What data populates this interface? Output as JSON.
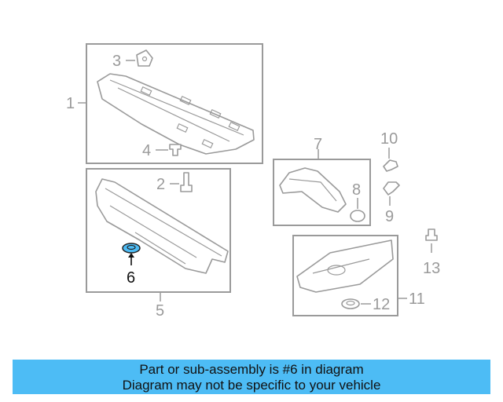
{
  "diagram": {
    "callouts": {
      "c1": "1",
      "c2": "2",
      "c3": "3",
      "c4": "4",
      "c5": "5",
      "c6": "6",
      "c7": "7",
      "c8": "8",
      "c9": "9",
      "c10": "10",
      "c11": "11",
      "c12": "12",
      "c13": "13"
    },
    "highlighted_part": "6",
    "colors": {
      "line": "#9a9a9a",
      "highlight": "#4dbcf5",
      "caption_bg": "#4dbcf5"
    }
  },
  "caption": {
    "line1": "Part or sub-assembly is #6 in diagram",
    "line2": "Diagram may not be specific to your vehicle"
  }
}
